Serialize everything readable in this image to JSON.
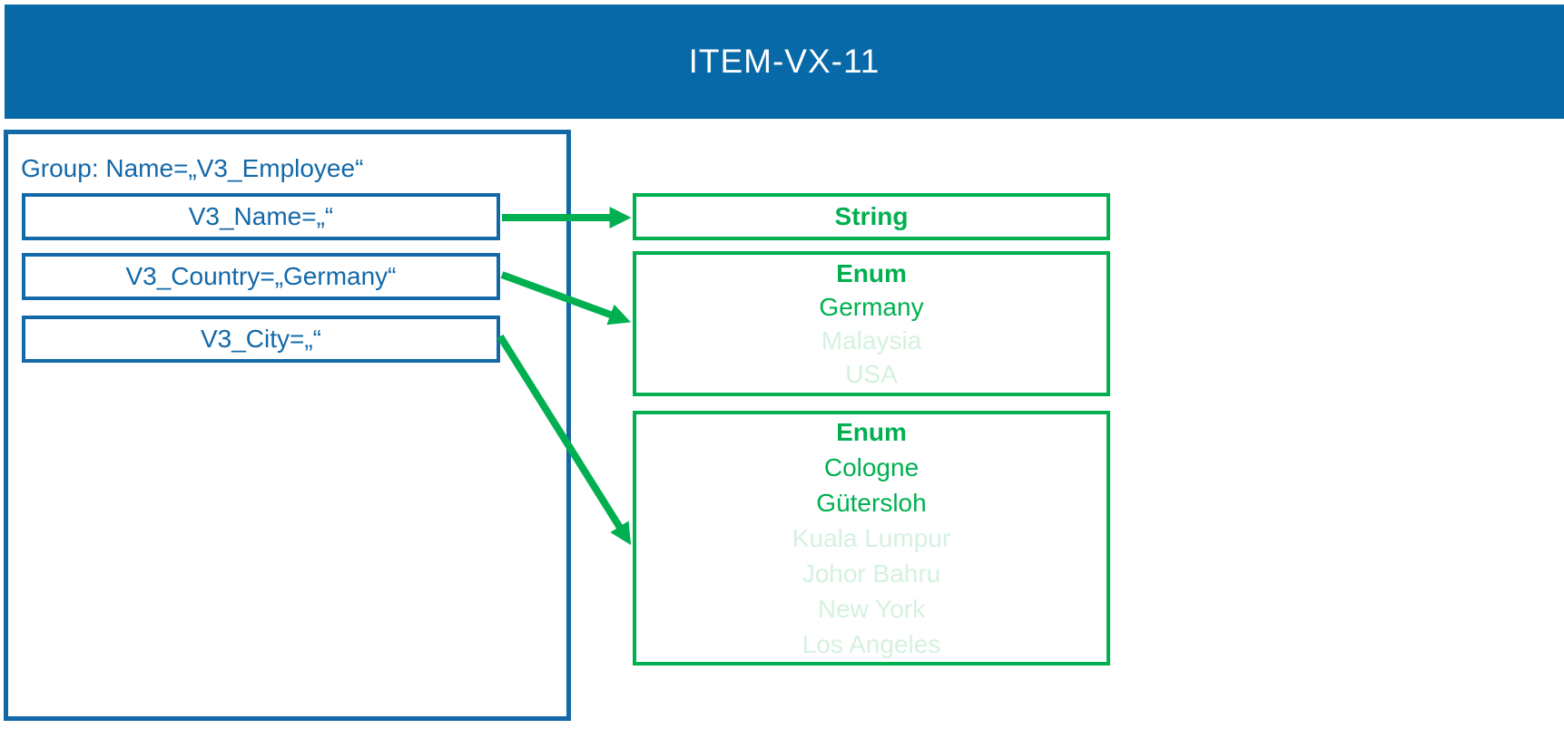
{
  "slide": {
    "title": "ITEM-VX-11"
  },
  "group": {
    "label": "Group: Name=„V3_Employee“",
    "fields": [
      {
        "name": "V3_Name",
        "label": "V3_Name=„“"
      },
      {
        "name": "V3_Country",
        "label": "V3_Country=„Germany“"
      },
      {
        "name": "V3_City",
        "label": "V3_City=„“"
      }
    ]
  },
  "types": [
    {
      "kind": "String",
      "values": []
    },
    {
      "kind": "Enum",
      "values": [
        {
          "text": "Germany",
          "active": true
        },
        {
          "text": "Malaysia",
          "active": false
        },
        {
          "text": "USA",
          "active": false
        }
      ]
    },
    {
      "kind": "Enum",
      "values": [
        {
          "text": "Cologne",
          "active": true
        },
        {
          "text": "Gütersloh",
          "active": true
        },
        {
          "text": "Kuala Lumpur",
          "active": false
        },
        {
          "text": "Johor Bahru",
          "active": false
        },
        {
          "text": "New York",
          "active": false
        },
        {
          "text": "Los Angeles",
          "active": false
        }
      ]
    }
  ],
  "connectors": [
    {
      "from": "V3_Name",
      "to": "String"
    },
    {
      "from": "V3_Country",
      "to": "Enum (countries)"
    },
    {
      "from": "V3_City",
      "to": "Enum (cities)"
    }
  ],
  "colors": {
    "header_blue": "#0769A8",
    "outline_blue": "#1368A8",
    "green": "#00B050",
    "green_muted": "#D5F1E0"
  }
}
